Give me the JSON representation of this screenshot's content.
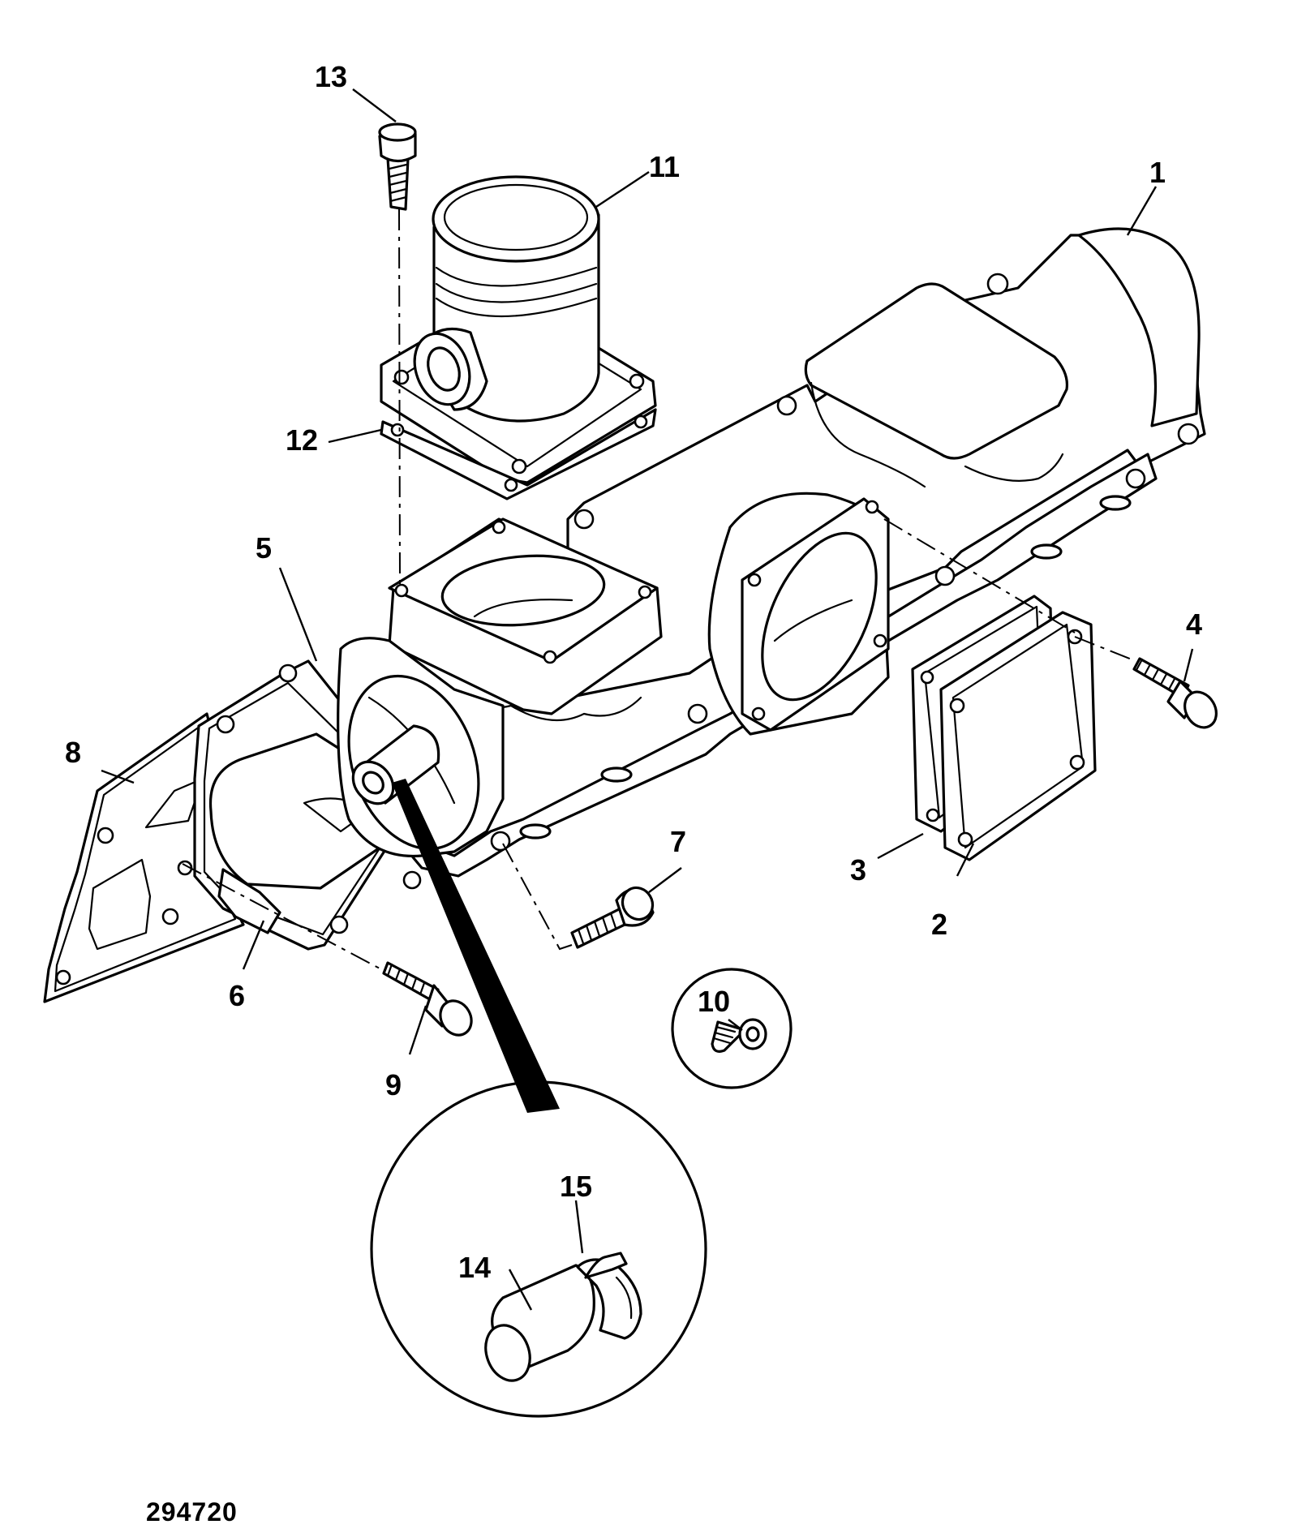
{
  "diagram": {
    "reference_number": "294720",
    "callouts": {
      "c1": "1",
      "c2": "2",
      "c3": "3",
      "c4": "4",
      "c5": "5",
      "c6": "6",
      "c7": "7",
      "c8": "8",
      "c9": "9",
      "c10": "10",
      "c11": "11",
      "c12": "12",
      "c13": "13",
      "c14": "14",
      "c15": "15"
    }
  }
}
